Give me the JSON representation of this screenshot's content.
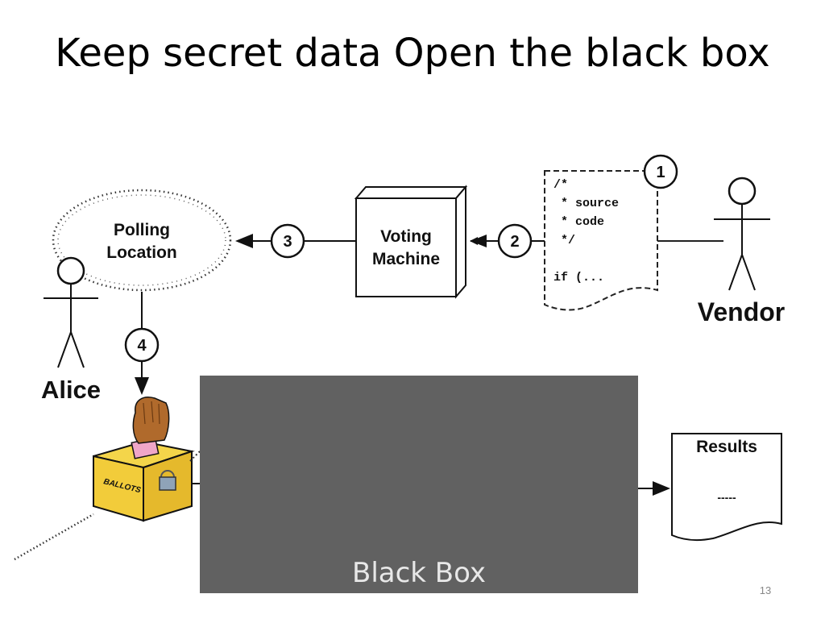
{
  "slide": {
    "title": "Keep secret data Open the black box",
    "page_number": "13"
  },
  "diagram": {
    "polling_location": [
      "Polling",
      "Location"
    ],
    "voting_machine": [
      "Voting",
      "Machine"
    ],
    "source_code": [
      "/*",
      " * source",
      " * code",
      " */",
      "",
      "if (..."
    ],
    "vendor": "Vendor",
    "alice": "Alice",
    "ballot_box": "BALLOTS",
    "results_title": "Results",
    "results_body": "-----",
    "black_box": "Black Box",
    "steps": [
      "1",
      "2",
      "3",
      "4"
    ]
  }
}
